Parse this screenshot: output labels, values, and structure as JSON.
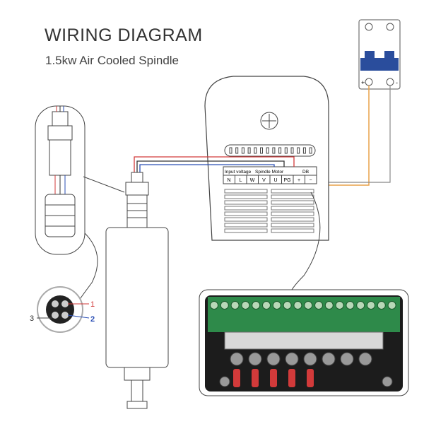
{
  "header": {
    "title": "WIRING DIAGRAM",
    "subtitle": "1.5kw Air Cooled Spindle"
  },
  "vfd": {
    "group_labels": [
      "Input voltage",
      "Spindle Motor",
      "DB"
    ],
    "terminals": [
      "N",
      "L",
      "W",
      "V",
      "U",
      "PG",
      "+",
      "−"
    ]
  },
  "connector": {
    "pins": [
      "1",
      "2",
      "3"
    ]
  },
  "breaker": {
    "plus": "+",
    "minus": "-"
  },
  "colors": {
    "red_wire": "#d23a3a",
    "blue_wire": "#2b4fb5",
    "orange_wire": "#e8a24a",
    "pcb_green": "#2e8a4a",
    "breaker_blue": "#2a4d9c"
  }
}
